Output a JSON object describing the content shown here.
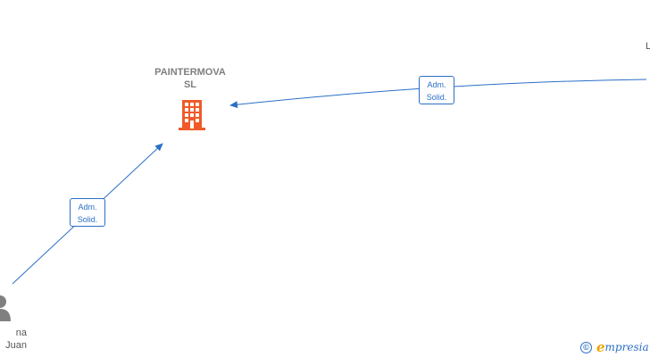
{
  "company": {
    "name_line1": "PAINTERMOVA",
    "name_line2": "SL",
    "icon": "building-icon",
    "color": "#f05a28"
  },
  "edges": [
    {
      "label_line1": "Adm.",
      "label_line2": "Solid."
    },
    {
      "label_line1": "Adm.",
      "label_line2": "Solid."
    }
  ],
  "person": {
    "icon": "person-icon",
    "name_line1": "na",
    "name_line2": "Juan"
  },
  "right_node": {
    "text": "L"
  },
  "brand": {
    "copyright": "©",
    "name_first": "e",
    "name_rest": "mpresia"
  },
  "colors": {
    "edge": "#2a6fc6",
    "label_text": "#7f7f7f",
    "person": "#808080",
    "brand_accent": "#f0a500"
  }
}
